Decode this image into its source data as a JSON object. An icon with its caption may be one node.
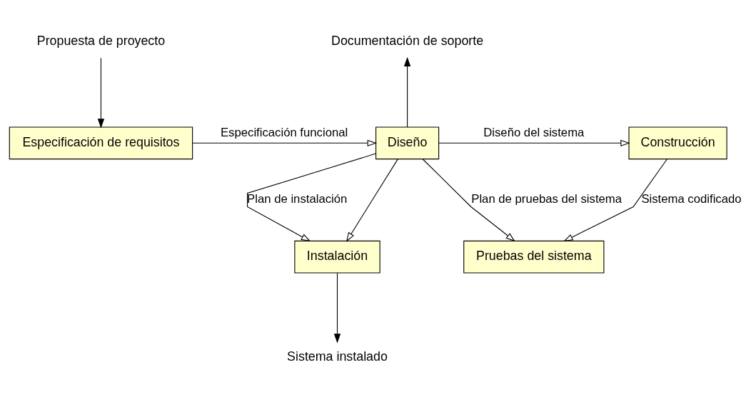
{
  "diagram": {
    "nodes": [
      {
        "text": [
          "Propuesta de proyecto"
        ]
      },
      {
        "text": [
          "Especificación de requisitos"
        ]
      },
      {
        "text": [
          "Diseño"
        ]
      },
      {
        "text": [
          "Documentación de soporte"
        ]
      },
      {
        "text": [
          "Construcción"
        ]
      },
      {
        "text": [
          "Instalación"
        ]
      },
      {
        "text": [
          "Pruebas del sistema"
        ]
      },
      {
        "text": [
          "Sistema instalado"
        ]
      }
    ],
    "edges": [
      {
        "from": 0,
        "to": 1,
        "arrow": "to"
      },
      {
        "from": 1,
        "to": 2,
        "arrow": "to",
        "label": "Especificación funcional"
      },
      {
        "from": 2,
        "to": 3,
        "arrow": "to"
      },
      {
        "from": 2,
        "to": 4,
        "arrow": "to",
        "label": "Diseño del sistema"
      },
      {
        "from": 2,
        "to": 5,
        "arrow": "to",
        "label": "Plan de instalación"
      },
      {
        "from": 2,
        "to": 5,
        "arrow": "to"
      },
      {
        "from": 2,
        "to": 6,
        "arrow": "to",
        "label": "Plan de pruebas del sistema"
      },
      {
        "from": 4,
        "to": 6,
        "arrow": "to",
        "label": "Sistema codificado"
      },
      {
        "from": 5,
        "to": 7,
        "arrow": "to"
      }
    ]
  }
}
